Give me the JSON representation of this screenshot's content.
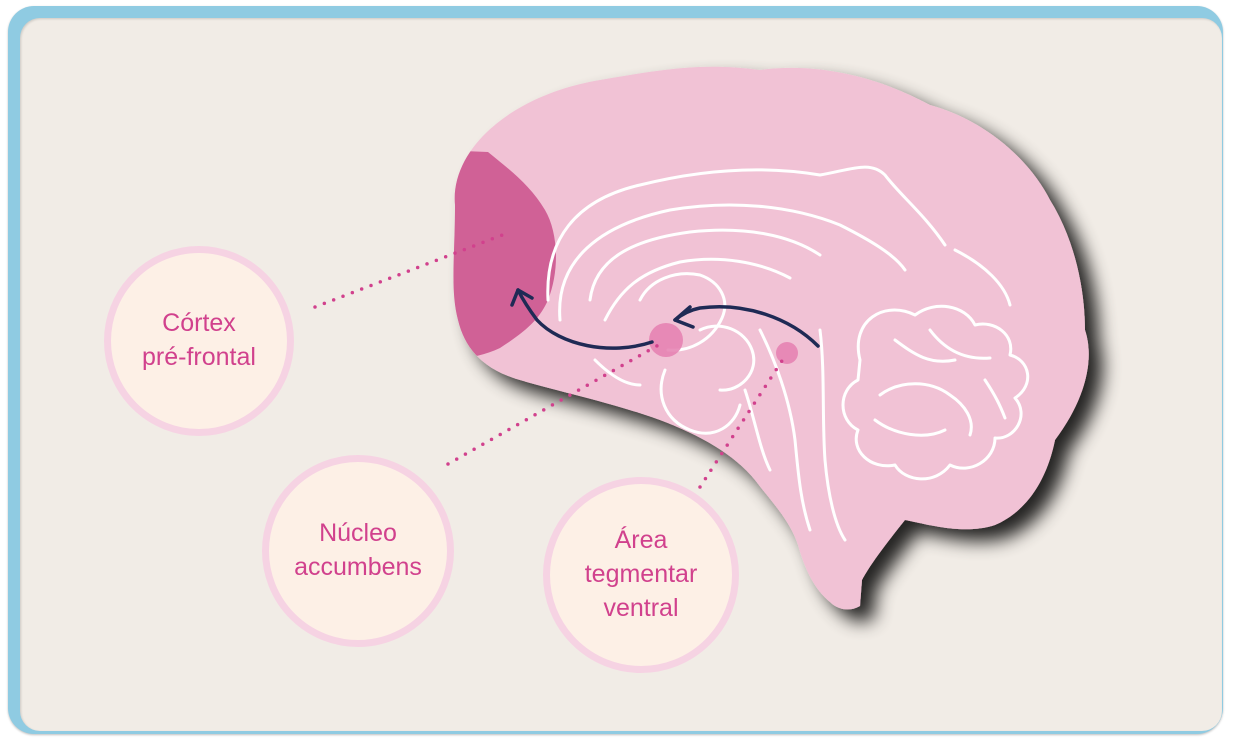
{
  "colors": {
    "frame_border": "#8fcbe2",
    "background": "#f1ece6",
    "brain_fill": "#f1c2d5",
    "prefrontal_highlight": "#d06196",
    "structure_lines": "#ffffff",
    "pathway_arrow": "#1f2a55",
    "nucleus_dots": "#e57fb0",
    "leader_dots": "#d1418d",
    "label_text": "#d1418d",
    "label_circle_fill": "#fdf0e6",
    "label_circle_border": "#f6d3e3"
  },
  "labels": {
    "prefrontal_cortex": "Córtex\npré-frontal",
    "nucleus_accumbens": "Núcleo\naccumbens",
    "ventral_tegmental_area": "Área\ntegmentar\nventral"
  },
  "icons": {
    "brain": "brain-sagittal-section",
    "pathway": "curved-arrow"
  }
}
